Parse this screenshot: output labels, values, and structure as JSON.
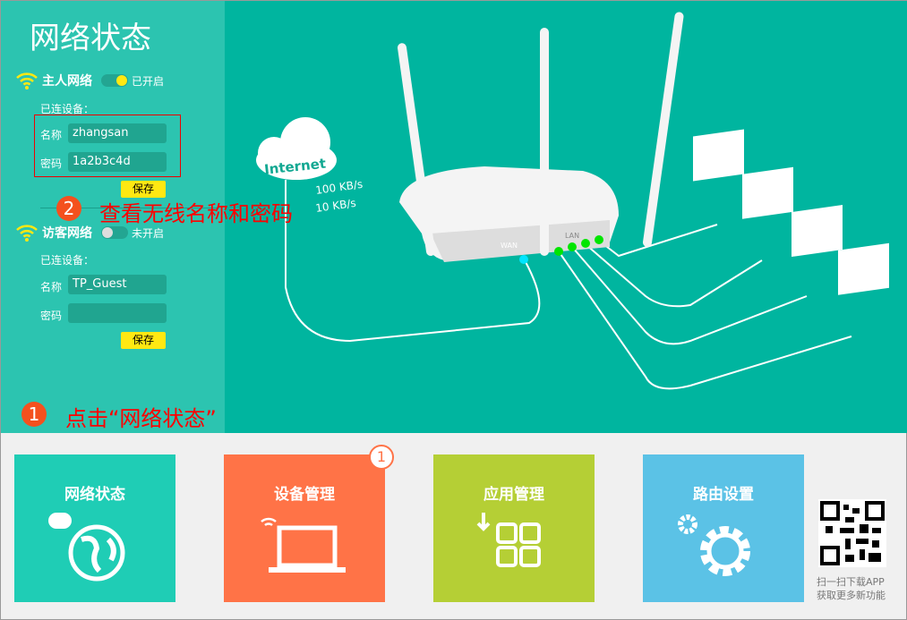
{
  "panel": {
    "title": "网络状态",
    "host": {
      "label": "主人网络",
      "state": "已开启",
      "connected": "已连设备：",
      "name_label": "名称",
      "name_value": "zhangsan",
      "pwd_label": "密码",
      "pwd_value": "1a2b3c4d",
      "save": "保存"
    },
    "guest": {
      "label": "访客网络",
      "state": "未开启",
      "connected": "已连设备：",
      "name_label": "名称",
      "name_value": "TP_Guest",
      "pwd_label": "密码",
      "pwd_value": "",
      "save": "保存"
    }
  },
  "diagram": {
    "cloud": "Internet",
    "upload": "100 KB/s",
    "download": "10 KB/s",
    "wan": "WAN",
    "lan": "LAN"
  },
  "annotations": {
    "step1_num": "1",
    "step1": "点击“网络状态”",
    "step2_num": "2",
    "step2": "查看无线名称和密码"
  },
  "tiles": [
    {
      "label": "网络状态",
      "color": "#1fcdb5"
    },
    {
      "label": "设备管理",
      "color": "#ff7347",
      "badge": "1"
    },
    {
      "label": "应用管理",
      "color": "#b5cf35"
    },
    {
      "label": "路由设置",
      "color": "#5bc2e6"
    }
  ],
  "app": {
    "line1": "扫一扫下载APP",
    "line2": "获取更多新功能"
  }
}
